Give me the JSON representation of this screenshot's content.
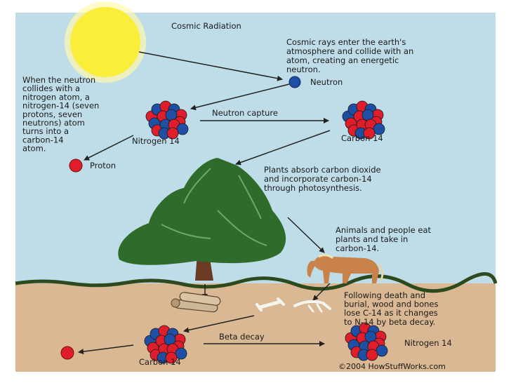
{
  "labels": {
    "cosmic_radiation": "Cosmic Radiation",
    "cosmic_rays_desc": [
      "Cosmic rays enter the earth's",
      "atmosphere and collide with an",
      "atom, creating an energetic",
      "neutron."
    ],
    "neutron": "Neutron",
    "collision_desc": [
      "When the neutron",
      "collides with a",
      "nitrogen atom, a",
      "nitrogen-14 (seven",
      "protons, seven",
      "neutrons) atom",
      "turns into a",
      "carbon-14",
      "atom."
    ],
    "neutron_capture": "Neutron capture",
    "nitrogen_14_top": "Nitrogen 14",
    "carbon_14_top": "Carbon 14",
    "proton": "Proton",
    "plants_desc": [
      "Plants absorb carbon dioxide",
      "and incorporate carbon-14",
      "through photosynthesis."
    ],
    "animals_desc": [
      "Animals and people eat",
      "plants and take in",
      "carbon-14."
    ],
    "death_desc": [
      "Following death and",
      "burial, wood and bones",
      "lose C-14 as it changes",
      "to N-14 by beta decay."
    ],
    "beta_decay": "Beta decay",
    "carbon_14_bottom": "Carbon 14",
    "nitrogen_14_bottom": "Nitrogen 14",
    "copyright": "©2004 HowStuffWorks.com"
  },
  "colors": {
    "sky": "#bfdde8",
    "soil": "#d9b893",
    "sun": "#fbee3a",
    "proton": "#e01e2b",
    "neutron": "#1e4fa5",
    "tree": "#2f6b2a",
    "trunk": "#6b3a22",
    "horse": "#c9824a"
  }
}
